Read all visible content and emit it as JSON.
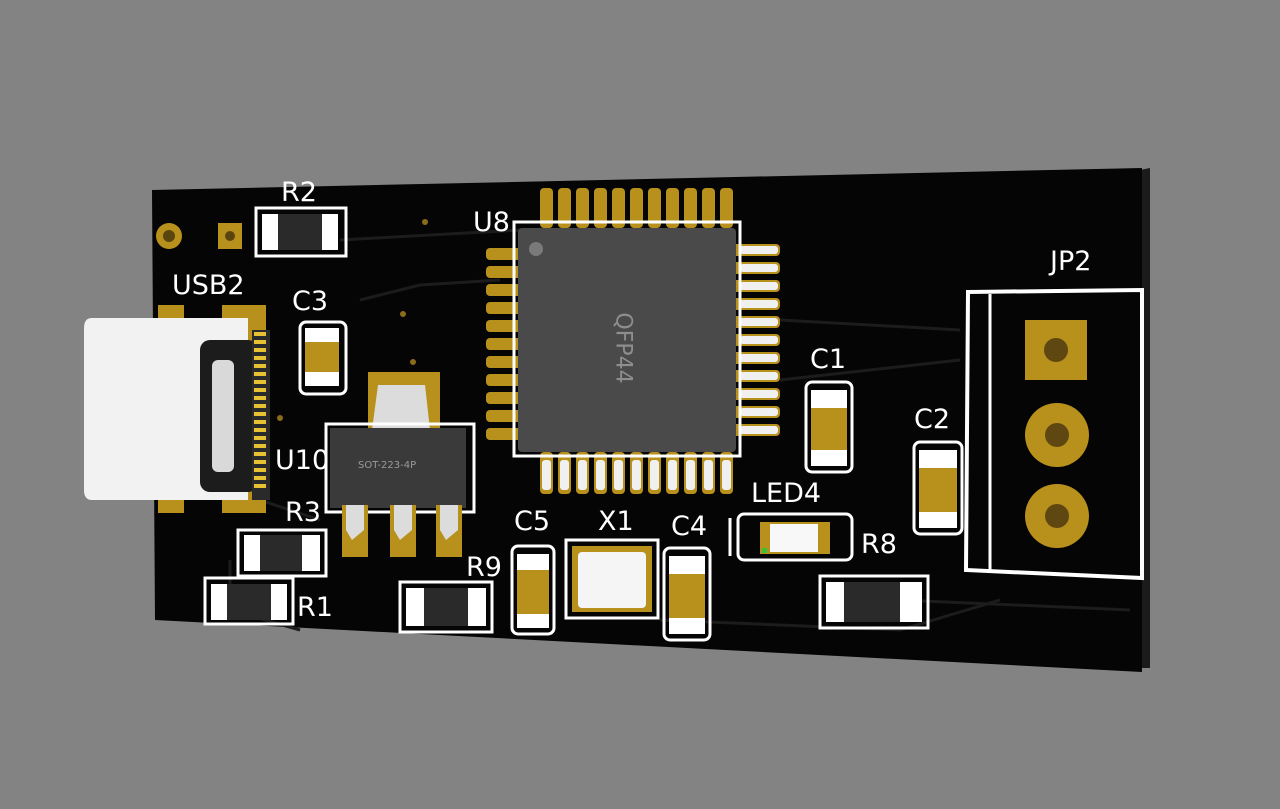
{
  "scene": {
    "background_color": "#838383",
    "board_color": "#050505",
    "silkscreen_color": "#ffffff",
    "pad_color": "#b8901c",
    "trace_color": "#1a1a1a"
  },
  "designators": {
    "r2": "R2",
    "usb2": "USB2",
    "c3": "C3",
    "u8": "U8",
    "u10": "U10",
    "r3": "R3",
    "r1": "R1",
    "r9": "R9",
    "c5": "C5",
    "x1": "X1",
    "c4": "C4",
    "led4": "LED4",
    "r8": "R8",
    "c1": "C1",
    "c2": "C2",
    "jp2": "JP2"
  },
  "component_markings": {
    "u8_package": "QFP44",
    "u10_package": "SOT-223-4P"
  }
}
